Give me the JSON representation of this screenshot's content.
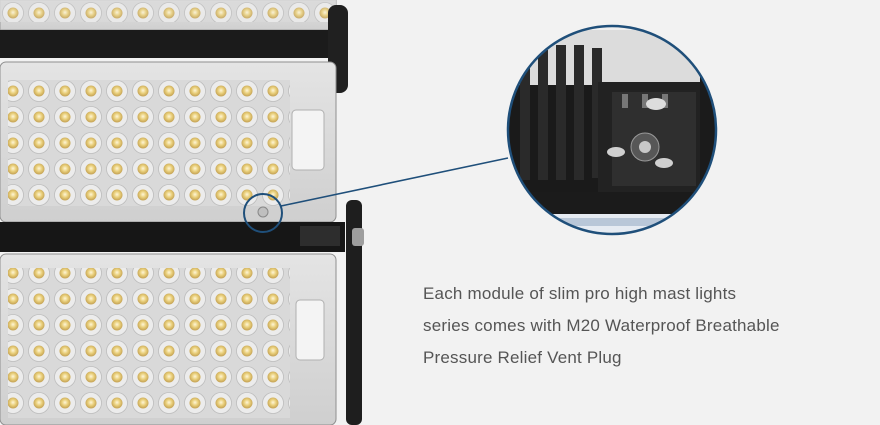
{
  "caption": {
    "line1": "Each module of slim pro high mast lights",
    "line2": "series comes with M20 Waterproof Breathable",
    "line3": "Pressure Relief Vent Plug"
  },
  "colors": {
    "background": "#f2f2f2",
    "callout_ring": "#1f4f7a",
    "housing_black": "#151515",
    "led_yellow": "#e6c86a"
  }
}
